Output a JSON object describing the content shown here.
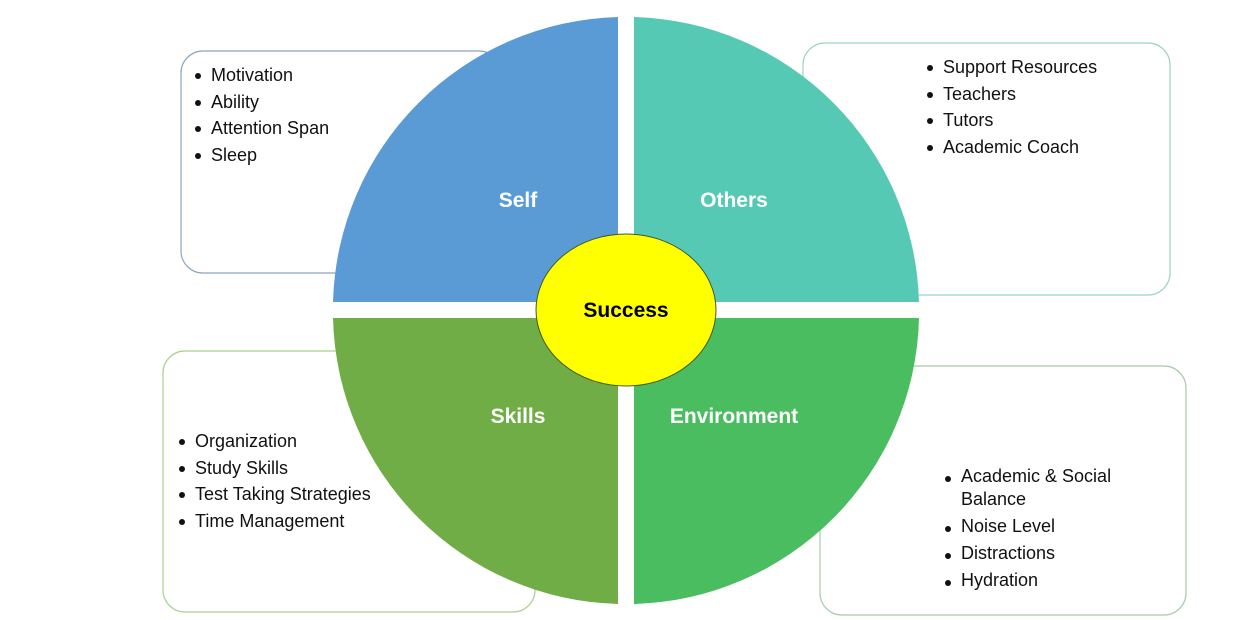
{
  "center": {
    "label": "Success",
    "color": "#FFFF00"
  },
  "quadrants": {
    "self": {
      "label": "Self",
      "color": "#5B9BD5",
      "items": [
        "Motivation",
        "Ability",
        "Attention Span",
        "Sleep"
      ]
    },
    "others": {
      "label": "Others",
      "color": "#56C9B4",
      "items": [
        "Support Resources",
        "Teachers",
        "Tutors",
        "Academic Coach"
      ]
    },
    "skills": {
      "label": "Skills",
      "color": "#70AD47",
      "items": [
        "Organization",
        "Study Skills",
        "Test Taking Strategies",
        "Time Management"
      ]
    },
    "environment": {
      "label": "Environment",
      "color": "#4ABD60",
      "items": [
        "Academic & Social Balance",
        "Noise Level",
        "Distractions",
        "Hydration"
      ]
    }
  }
}
